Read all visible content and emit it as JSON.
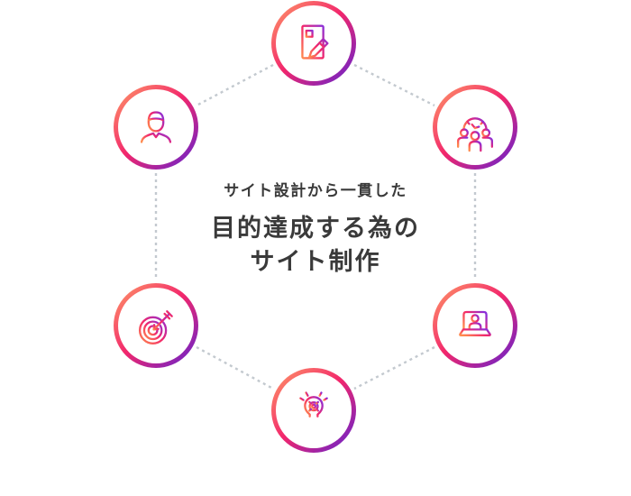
{
  "center_text": {
    "subtitle": "サイト設計から一貫した",
    "title_line1": "目的達成する為の",
    "title_line2": "サイト制作"
  },
  "nodes": [
    {
      "position": "top",
      "icon": "document-edit-icon"
    },
    {
      "position": "top-left",
      "icon": "businessman-icon"
    },
    {
      "position": "top-right",
      "icon": "team-clock-icon"
    },
    {
      "position": "bottom-left",
      "icon": "target-arrow-icon"
    },
    {
      "position": "bottom-right",
      "icon": "laptop-person-icon"
    },
    {
      "position": "bottom",
      "icon": "lightbulb-gear-icon"
    }
  ],
  "colors": {
    "grad_start": "#ff9d66",
    "grad_mid": "#f2266c",
    "grad_end": "#5d23d4",
    "icon_grad_start": "#ff8a4d",
    "icon_grad_mid": "#f2266c",
    "icon_grad_end": "#8b2fd9",
    "connector": "#c3c9cf",
    "text_color": "#3a3a3a",
    "node_fill": "#ffffff",
    "background": "#ffffff"
  }
}
